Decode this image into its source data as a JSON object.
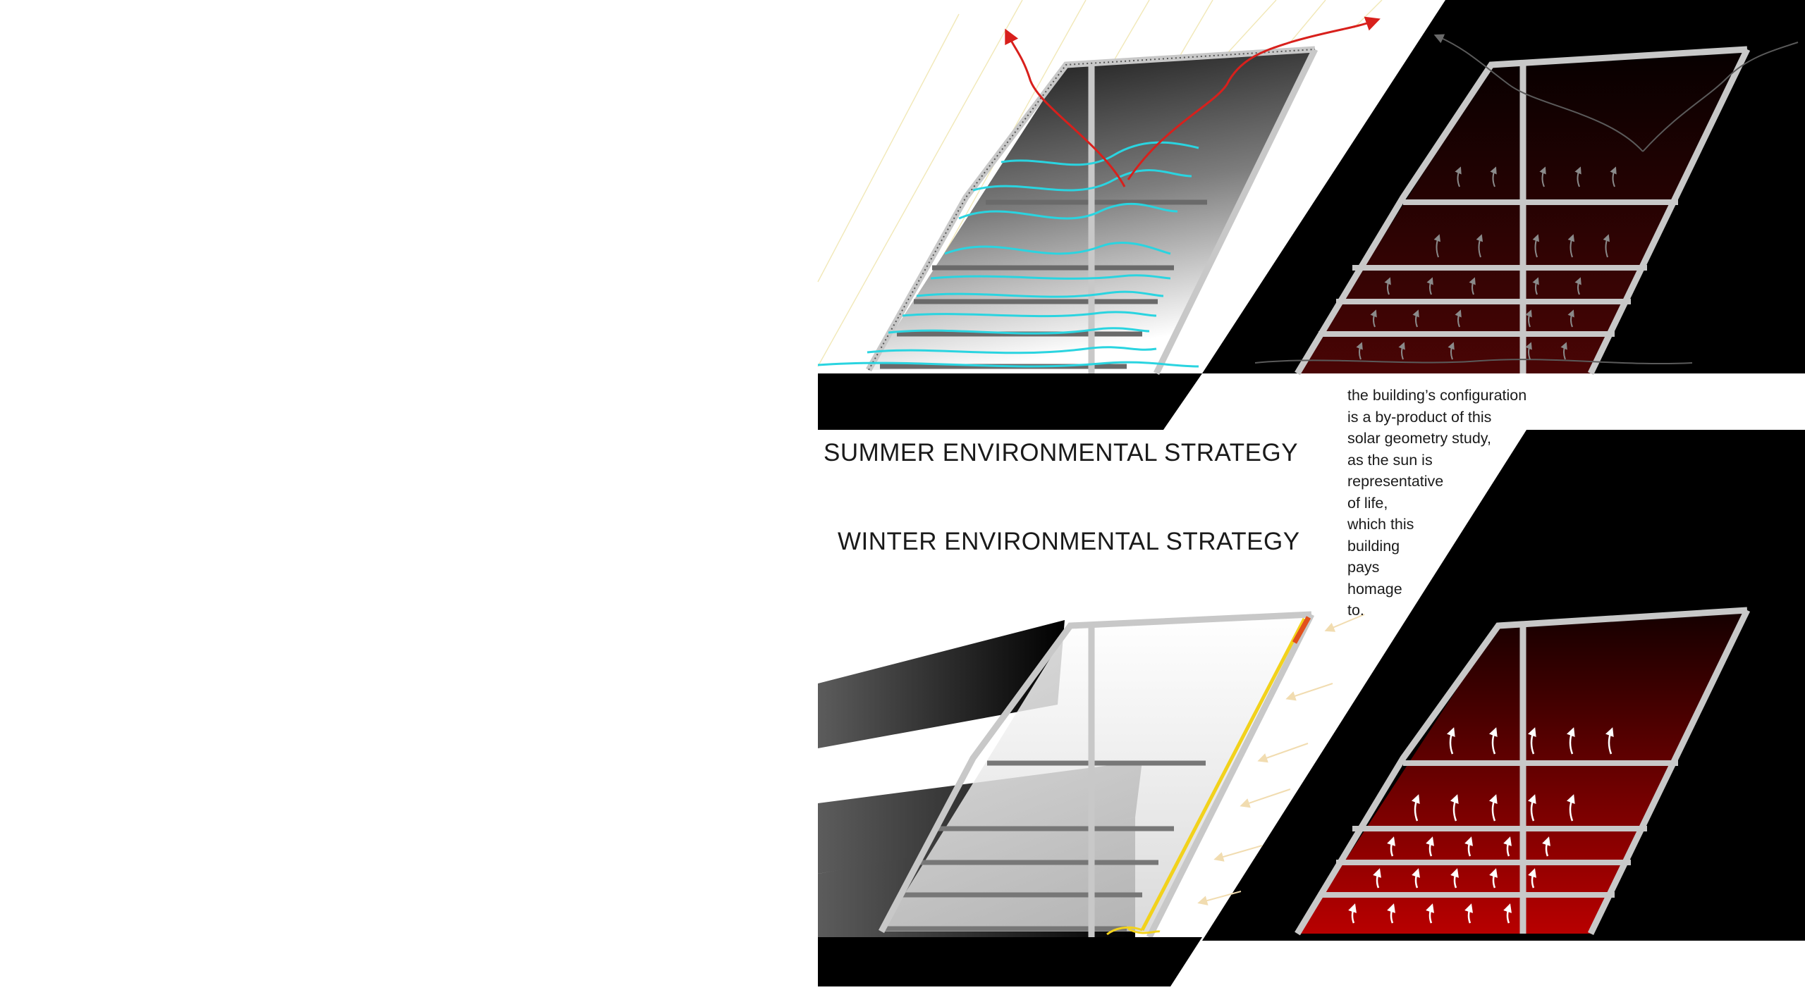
{
  "labels": {
    "summer_title": "SUMMER ENVIRONMENTAL STRATEGY",
    "winter_title": "WINTER ENVIRONMENTAL STRATEGY"
  },
  "note": {
    "lines": [
      "the building’s configuration",
      "is a by-product of this",
      "solar geometry study,",
      "as the sun is",
      "representative",
      "of life,",
      "which this",
      "building",
      "pays",
      "homage",
      "to."
    ]
  },
  "panels": [
    "summer-day-section",
    "summer-night-section",
    "winter-day-section",
    "winter-night-section"
  ],
  "colors": {
    "background": "#ffffff",
    "ground": "#000000",
    "frame": "#c8c8c8",
    "cool_air": "#2ad4e0",
    "hot_air": "#d8201c",
    "warm_interior": "#a80000",
    "solar_heat": "#f2d21c",
    "sun_rays": "#f0e6b0"
  },
  "icons": {
    "heat_rise": "wavy-up-arrow-icon",
    "exhaust": "arrowhead-icon",
    "winter_sun": "left-arrow-icon"
  }
}
